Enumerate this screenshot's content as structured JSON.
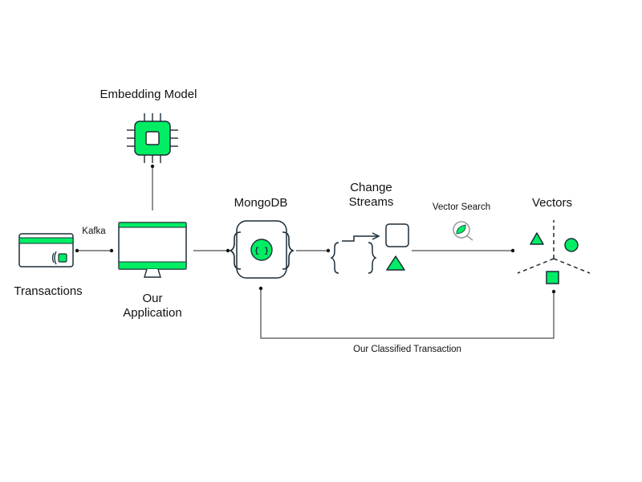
{
  "diagram": {
    "nodes": {
      "embedding_model": {
        "label": "Embedding Model",
        "icon": "chip-icon"
      },
      "transactions": {
        "label": "Transactions",
        "icon": "credit-card-icon"
      },
      "application": {
        "label": "Our\nApplication",
        "icon": "monitor-icon"
      },
      "mongodb": {
        "label": "MongoDB",
        "icon": "database-json-icon"
      },
      "change_streams": {
        "label": "Change\nStreams",
        "icon": "change-streams-icon"
      },
      "vectors": {
        "label": "Vectors",
        "icon": "vector-space-icon"
      }
    },
    "edges": {
      "kafka": {
        "label": "Kafka"
      },
      "vector_search": {
        "label": "Vector Search",
        "icon": "magnifier-leaf-icon"
      },
      "classified": {
        "label": "Our Classified Transaction"
      }
    },
    "colors": {
      "accent": "#00ED64",
      "outline": "#1C2D38",
      "text": "#111111",
      "line": "#222222"
    }
  }
}
